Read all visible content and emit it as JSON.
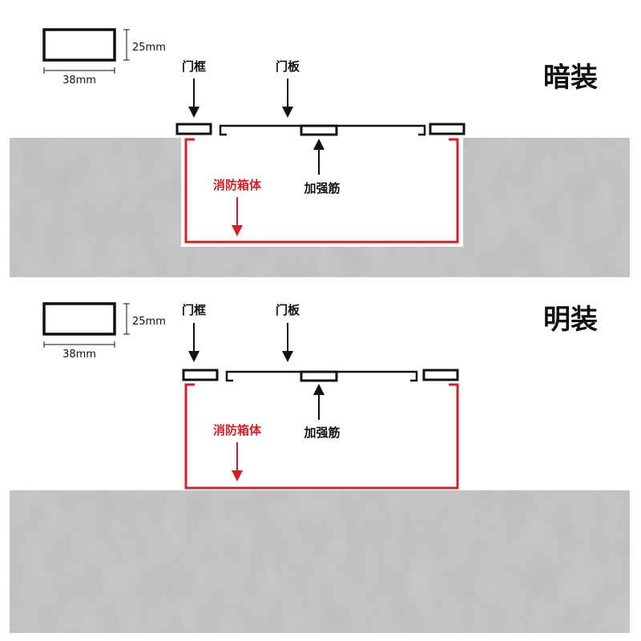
{
  "colors": {
    "background": "#ffffff",
    "concrete": "#b9b9b9",
    "outline": "#111111",
    "box_red": "#d0202a",
    "text": "#111111"
  },
  "panels": [
    {
      "title": "暗装",
      "dimension_width": "38mm",
      "dimension_height": "25mm",
      "labels": {
        "door_frame": "门框",
        "door_panel": "门板",
        "reinforcement": "加强筋",
        "box_body": "消防箱体"
      }
    },
    {
      "title": "明装",
      "dimension_width": "38mm",
      "dimension_height": "25mm",
      "labels": {
        "door_frame": "门框",
        "door_panel": "门板",
        "reinforcement": "加强筋",
        "box_body": "消防箱体"
      }
    }
  ]
}
